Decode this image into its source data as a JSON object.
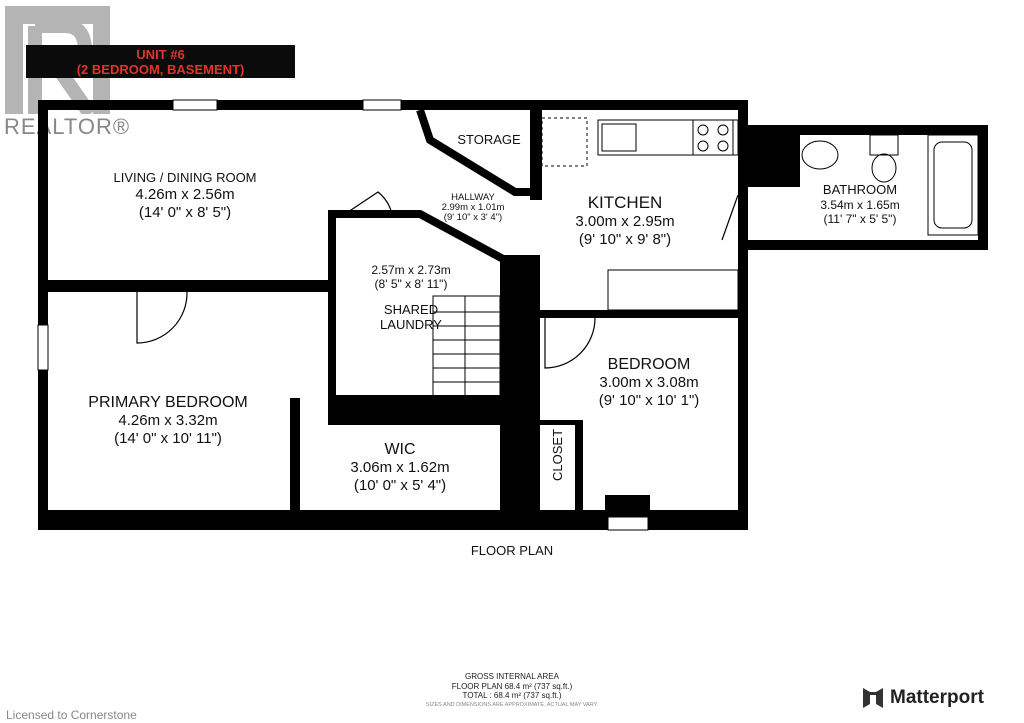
{
  "banner": {
    "line1": "UNIT #6",
    "line2": "(2 BEDROOM, BASEMENT)",
    "color": "#e3332b"
  },
  "watermark": {
    "realtor": "REALTOR®"
  },
  "rooms": [
    {
      "name": "LIVING / DINING ROOM",
      "metric": "4.26m x 2.56m",
      "imperial": "(14' 0\" x 8' 5\")"
    },
    {
      "name": "STORAGE"
    },
    {
      "name": "HALLWAY",
      "metric": "2.99m x 1.01m",
      "imperial": "(9' 10\" x 3' 4\")"
    },
    {
      "name": "KITCHEN",
      "metric": "3.00m x 2.95m",
      "imperial": "(9' 10\" x 9' 8\")"
    },
    {
      "name": "BATHROOM",
      "metric": "3.54m x 1.65m",
      "imperial": "(11' 7\" x 5' 5\")"
    },
    {
      "name": "SHARED LAUNDRY",
      "line1": "SHARED",
      "line2": "LAUNDRY",
      "metric": "2.57m x 2.73m",
      "imperial": "(8' 5\" x 8' 11\")"
    },
    {
      "name": "PRIMARY BEDROOM",
      "metric": "4.26m x 3.32m",
      "imperial": "(14' 0\" x 10' 11\")"
    },
    {
      "name": "WIC",
      "metric": "3.06m x 1.62m",
      "imperial": "(10' 0\" x 5' 4\")"
    },
    {
      "name": "BEDROOM",
      "metric": "3.00m x 3.08m",
      "imperial": "(9' 10\" x 10' 1\")"
    },
    {
      "name": "CLOSET"
    }
  ],
  "plan_label": "FLOOR PLAN",
  "footer": {
    "line1": "GROSS INTERNAL AREA",
    "line2": "FLOOR PLAN 68.4 m² (737 sq.ft.)",
    "line3": "TOTAL :  68.4 m² (737 sq.ft.)",
    "disclaimer": "SIZES AND DIMENSIONS ARE APPROXIMATE, ACTUAL MAY VARY."
  },
  "brand": "Matterport",
  "licensed": "Licensed to Cornerstone"
}
